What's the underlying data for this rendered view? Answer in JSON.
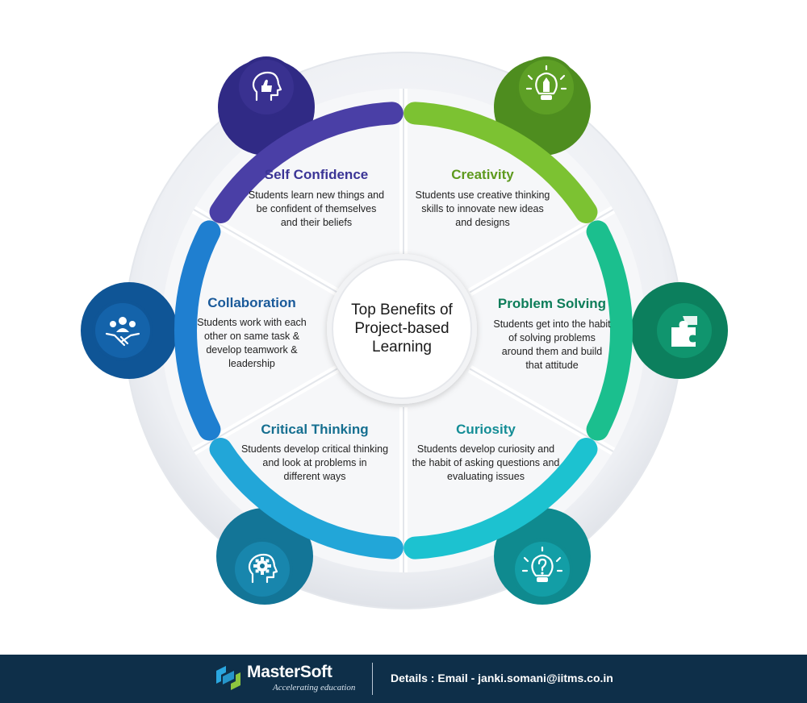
{
  "center": {
    "lines": [
      "Top Benefits of",
      "Project-based",
      "Learning"
    ]
  },
  "segments": [
    {
      "title": "Self Confidence",
      "color": "#4a3fa6",
      "dark": "#302a85",
      "icon": "thumbs-up-head-icon",
      "desc": [
        "Students learn new things and",
        "be confident of themselves",
        "and their beliefs"
      ]
    },
    {
      "title": "Creativity",
      "color": "#7cc232",
      "dark": "#4e8d1f",
      "icon": "pencil-bulb-icon",
      "desc": [
        "Students use creative thinking",
        "skills to innovate new ideas",
        "and designs"
      ]
    },
    {
      "title": "Problem Solving",
      "color": "#1bbf8e",
      "dark": "#0c7f5d",
      "icon": "puzzle-icon",
      "desc": [
        "Students get into the habit",
        "of solving problems",
        "around them and build",
        "that attitude"
      ]
    },
    {
      "title": "Curiosity",
      "color": "#1cc2d0",
      "dark": "#0f8a8f",
      "icon": "question-bulb-icon",
      "desc": [
        "Students develop curiosity and",
        "the habit of asking questions and",
        "evaluating issues"
      ]
    },
    {
      "title": "Critical Thinking",
      "color": "#22a6d8",
      "dark": "#137597",
      "icon": "gear-head-icon",
      "desc": [
        "Students develop critical thinking",
        "and look at problems in",
        "different ways"
      ]
    },
    {
      "title": "Collaboration",
      "color": "#1f7fd0",
      "dark": "#0f5596",
      "icon": "handshake-team-icon",
      "desc": [
        "Students work with each",
        "other on same task &",
        "develop teamwork &",
        "leadership"
      ]
    }
  ],
  "footer": {
    "brand": "MasterSoft",
    "tagline": "Accelerating education",
    "contact": "Details : Email - janki.somani@iitms.co.in",
    "brand_colors": [
      "#2aa7e0",
      "#8cc63f"
    ]
  }
}
